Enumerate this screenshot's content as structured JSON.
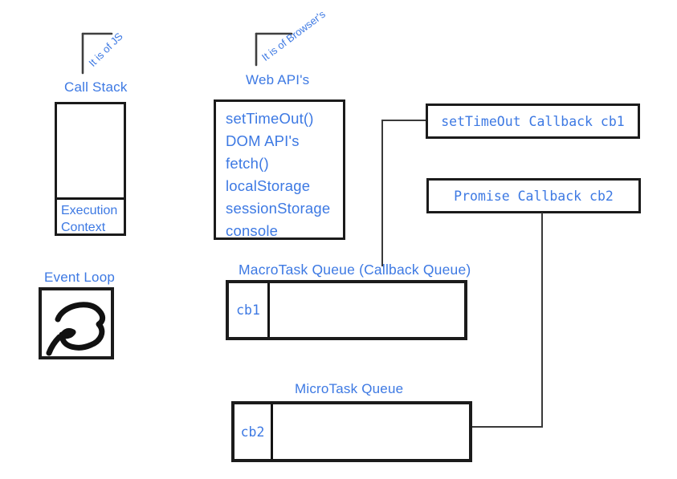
{
  "palette": {
    "accent_blue": "#3d79e3",
    "ink_black": "#1b1b1b",
    "connector_gray": "#3a3a3a",
    "background": "#ffffff"
  },
  "call_stack": {
    "note": "It is of JS",
    "label": "Call Stack",
    "slot_label": "Execution Context"
  },
  "web_apis": {
    "note": "It is of Browser's",
    "label": "Web API's",
    "items": [
      "setTimeOut()",
      "DOM API's",
      "fetch()",
      "localStorage",
      "sessionStorage",
      "console"
    ]
  },
  "callbacks": {
    "settimeout_label": "setTimeOut Callback cb1",
    "promise_label": "Promise Callback cb2"
  },
  "macrotask_queue": {
    "label": "MacroTask Queue (Callback Queue)",
    "items": [
      "cb1"
    ]
  },
  "microtask_queue": {
    "label": "MicroTask Queue",
    "items": [
      "cb2"
    ]
  },
  "event_loop": {
    "label": "Event Loop"
  }
}
